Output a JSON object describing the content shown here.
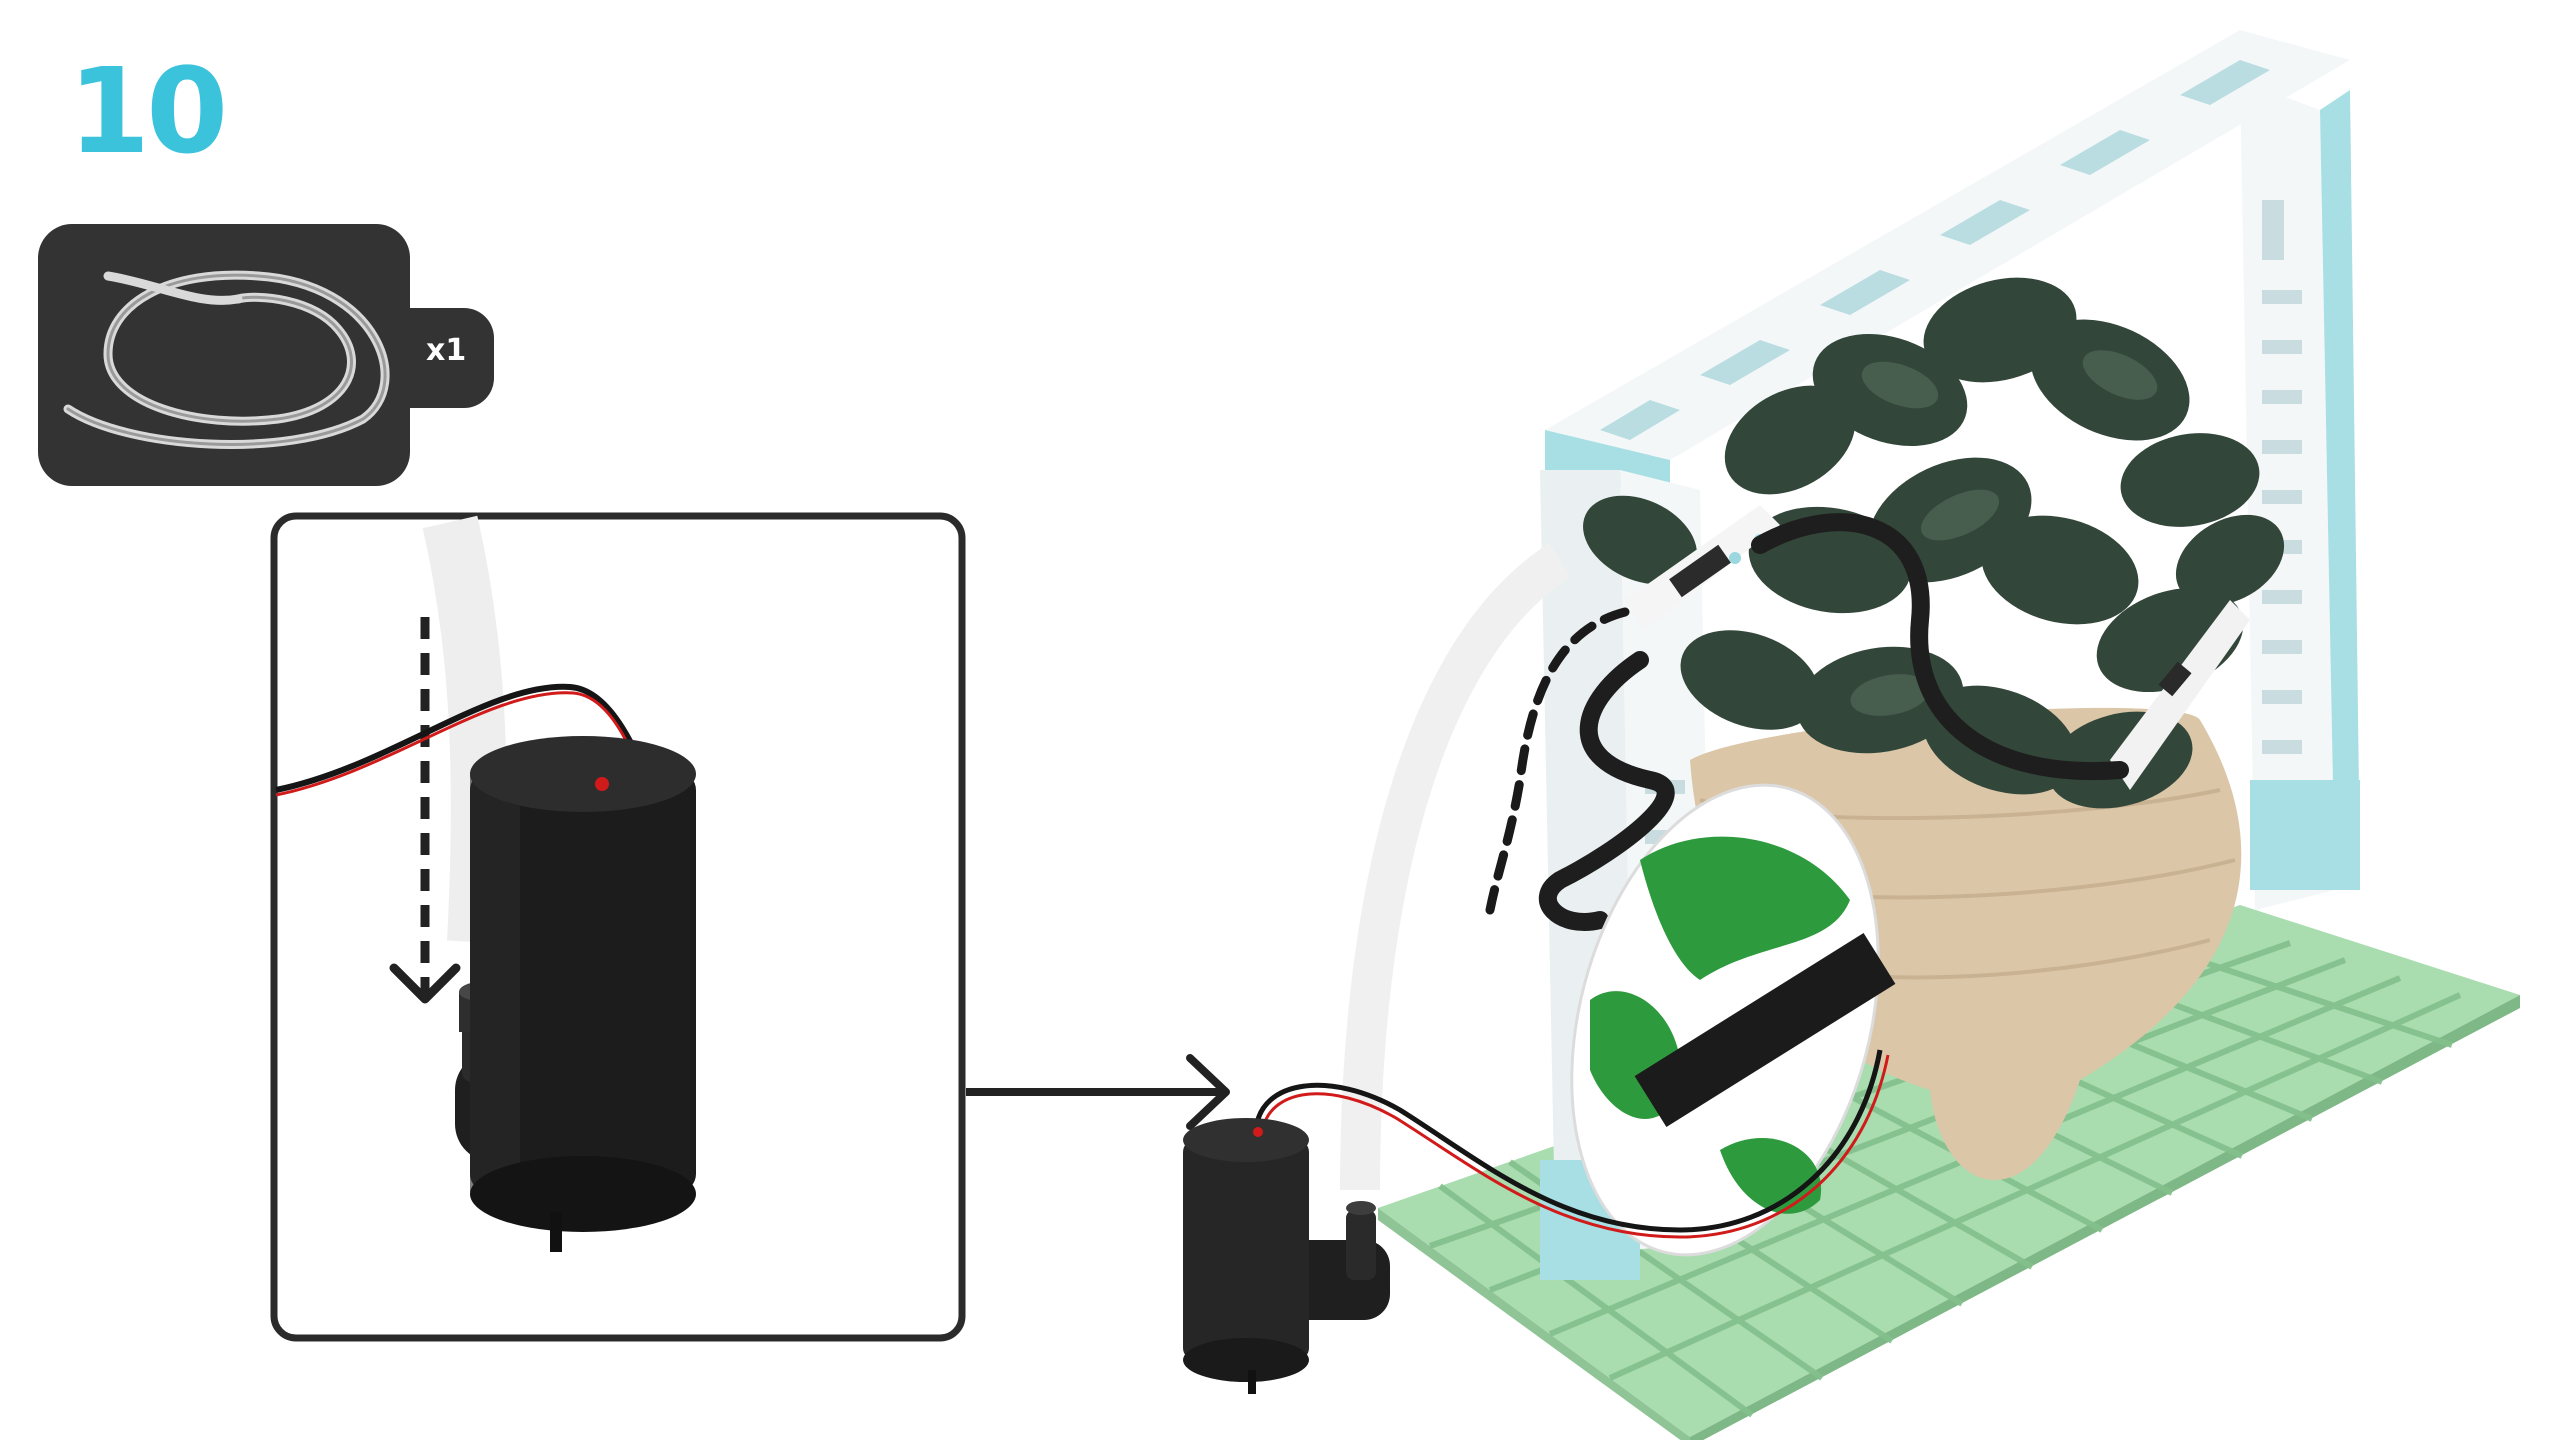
{
  "step": {
    "number": "10",
    "color": "#3cc3dc"
  },
  "parts": {
    "quantity_label": "x1",
    "card_color": "#333333",
    "items": [
      {
        "icon": "silicone-tube-coil-icon",
        "quantity": 1
      }
    ]
  },
  "detail_view": {
    "icon": "pump-detail-inset",
    "motion_hint": "dashed-arrow-down-icon"
  },
  "assembly": {
    "icons": [
      "water-pump-icon",
      "pump-wire-icon",
      "plant-pot-icon",
      "controller-board-icon",
      "lcd-module-icon",
      "frame-icon",
      "baseplate-icon"
    ],
    "colors": {
      "baseplate": "#a9dcae",
      "frame": "#f4f7f8",
      "frame_accent": "#a7dfe4",
      "pot": "#dbc7a8",
      "leaves": "#33463a",
      "board": "#2e9a3e",
      "pump": "#262626",
      "wire_red": "#d11a1a"
    }
  }
}
